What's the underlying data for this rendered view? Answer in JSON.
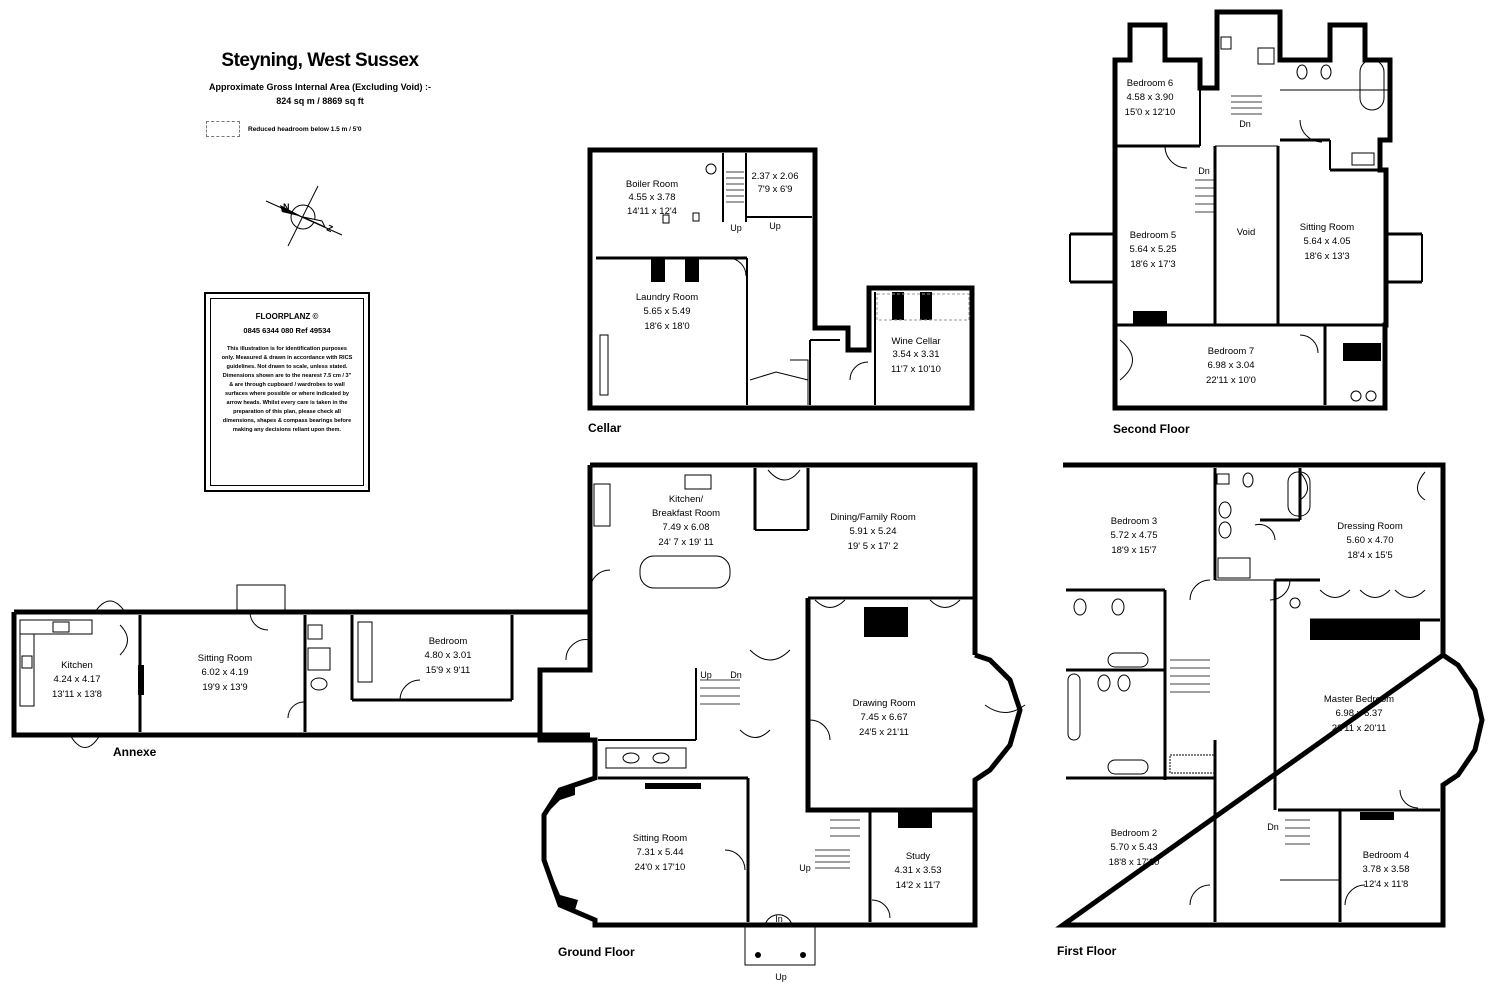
{
  "header": {
    "title": "Steyning, West Sussex",
    "subtitle": "Approximate Gross Internal Area (Excluding Void) :-",
    "area": "824 sq m / 8869 sq ft",
    "legend_text": "Reduced headroom below 1.5 m / 5'0"
  },
  "info_box": {
    "brand": "FLOORPLANZ ©",
    "phone_ref": "0845 6344 080    Ref  49534",
    "disclaimer": "This illustration is for identification purposes only. Measured & drawn in accordance with RICS guidelines. Not drawn to scale, unless stated. Dimensions shown are to the nearest 7.5 cm / 3\" & are through cupboard / wardrobes to wall surfaces where possible or where indicated by arrow heads. Whilst every care is taken in the preparation of this plan, please check all dimensions, shapes & compass bearings before making any decisions reliant upon them."
  },
  "compass": {
    "north": "N"
  },
  "floors": {
    "cellar": "Cellar",
    "second": "Second Floor",
    "annexe": "Annexe",
    "ground": "Ground Floor",
    "first": "First Floor"
  },
  "rooms": {
    "boiler": {
      "name": "Boiler Room",
      "metric": "4.55 x 3.78",
      "imperial": "14'11 x 12'4"
    },
    "cellar_store": {
      "metric": "2.37 x 2.06",
      "imperial": "7'9 x 6'9"
    },
    "laundry": {
      "name": "Laundry Room",
      "metric": "5.65 x 5.49",
      "imperial": "18'6 x 18'0"
    },
    "wine": {
      "name": "Wine Cellar",
      "metric": "3.54 x 3.31",
      "imperial": "11'7 x 10'10"
    },
    "bedroom6": {
      "name": "Bedroom 6",
      "metric": "4.58 x 3.90",
      "imperial": "15'0 x 12'10"
    },
    "bedroom5": {
      "name": "Bedroom 5",
      "metric": "5.64 x 5.25",
      "imperial": "18'6 x 17'3"
    },
    "void": {
      "name": "Void"
    },
    "sitting_second": {
      "name": "Sitting Room",
      "metric": "5.64 x 4.05",
      "imperial": "18'6 x 13'3"
    },
    "bedroom7": {
      "name": "Bedroom 7",
      "metric": "6.98 x 3.04",
      "imperial": "22'11 x 10'0"
    },
    "annexe_kitchen": {
      "name": "Kitchen",
      "metric": "4.24 x 4.17",
      "imperial": "13'11 x 13'8"
    },
    "annexe_sitting": {
      "name": "Sitting Room",
      "metric": "6.02 x 4.19",
      "imperial": "19'9 x 13'9"
    },
    "annexe_bedroom": {
      "name": "Bedroom",
      "metric": "4.80 x 3.01",
      "imperial": "15'9 x 9'11"
    },
    "kitchen_breakfast": {
      "name1": "Kitchen/",
      "name2": "Breakfast Room",
      "metric": "7.49 x 6.08",
      "imperial": "24' 7 x 19' 11"
    },
    "dining": {
      "name": "Dining/Family Room",
      "metric": "5.91 x 5.24",
      "imperial": "19' 5 x 17' 2"
    },
    "drawing": {
      "name": "Drawing Room",
      "metric": "7.45 x 6.67",
      "imperial": "24'5 x 21'11"
    },
    "sitting_ground": {
      "name": "Sitting Room",
      "metric": "7.31 x 5.44",
      "imperial": "24'0 x 17'10"
    },
    "study": {
      "name": "Study",
      "metric": "4.31 x 3.53",
      "imperial": "14'2 x 11'7"
    },
    "bedroom3": {
      "name": "Bedroom 3",
      "metric": "5.72 x 4.75",
      "imperial": "18'9 x 15'7"
    },
    "dressing": {
      "name": "Dressing Room",
      "metric": "5.60 x 4.70",
      "imperial": "18'4 x 15'5"
    },
    "master": {
      "name": "Master Bedroom",
      "metric": "6.98 x 6.37",
      "imperial": "22'11 x 20'11"
    },
    "bedroom2": {
      "name": "Bedroom 2",
      "metric": "5.70 x 5.43",
      "imperial": "18'8 x 17'10"
    },
    "bedroom4": {
      "name": "Bedroom 4",
      "metric": "3.78 x 3.58",
      "imperial": "12'4 x 11'8"
    }
  },
  "labels": {
    "up": "Up",
    "dn": "Dn",
    "in": "In"
  }
}
